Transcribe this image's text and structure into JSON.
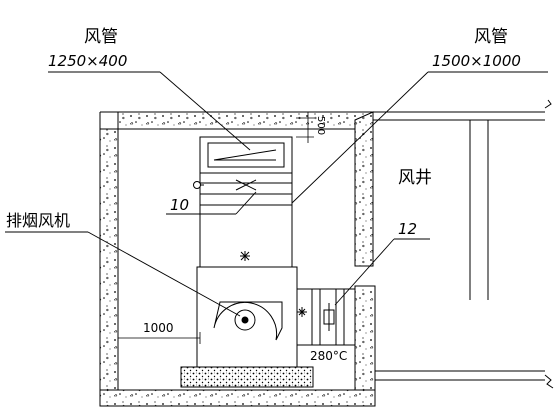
{
  "labels": {
    "duct_left_name": "风管",
    "duct_left_size": "1250×400",
    "duct_right_name": "风管",
    "duct_right_size": "1500×1000",
    "shaft_name": "风井",
    "fan_name": "排烟风机",
    "ref_10": "10",
    "ref_12": "12",
    "dim_500": "500",
    "dim_1000": "1000",
    "temp_damper": "280°C"
  },
  "colors": {
    "line": "#000000",
    "concrete_dot": "#000000",
    "background": "#ffffff"
  }
}
